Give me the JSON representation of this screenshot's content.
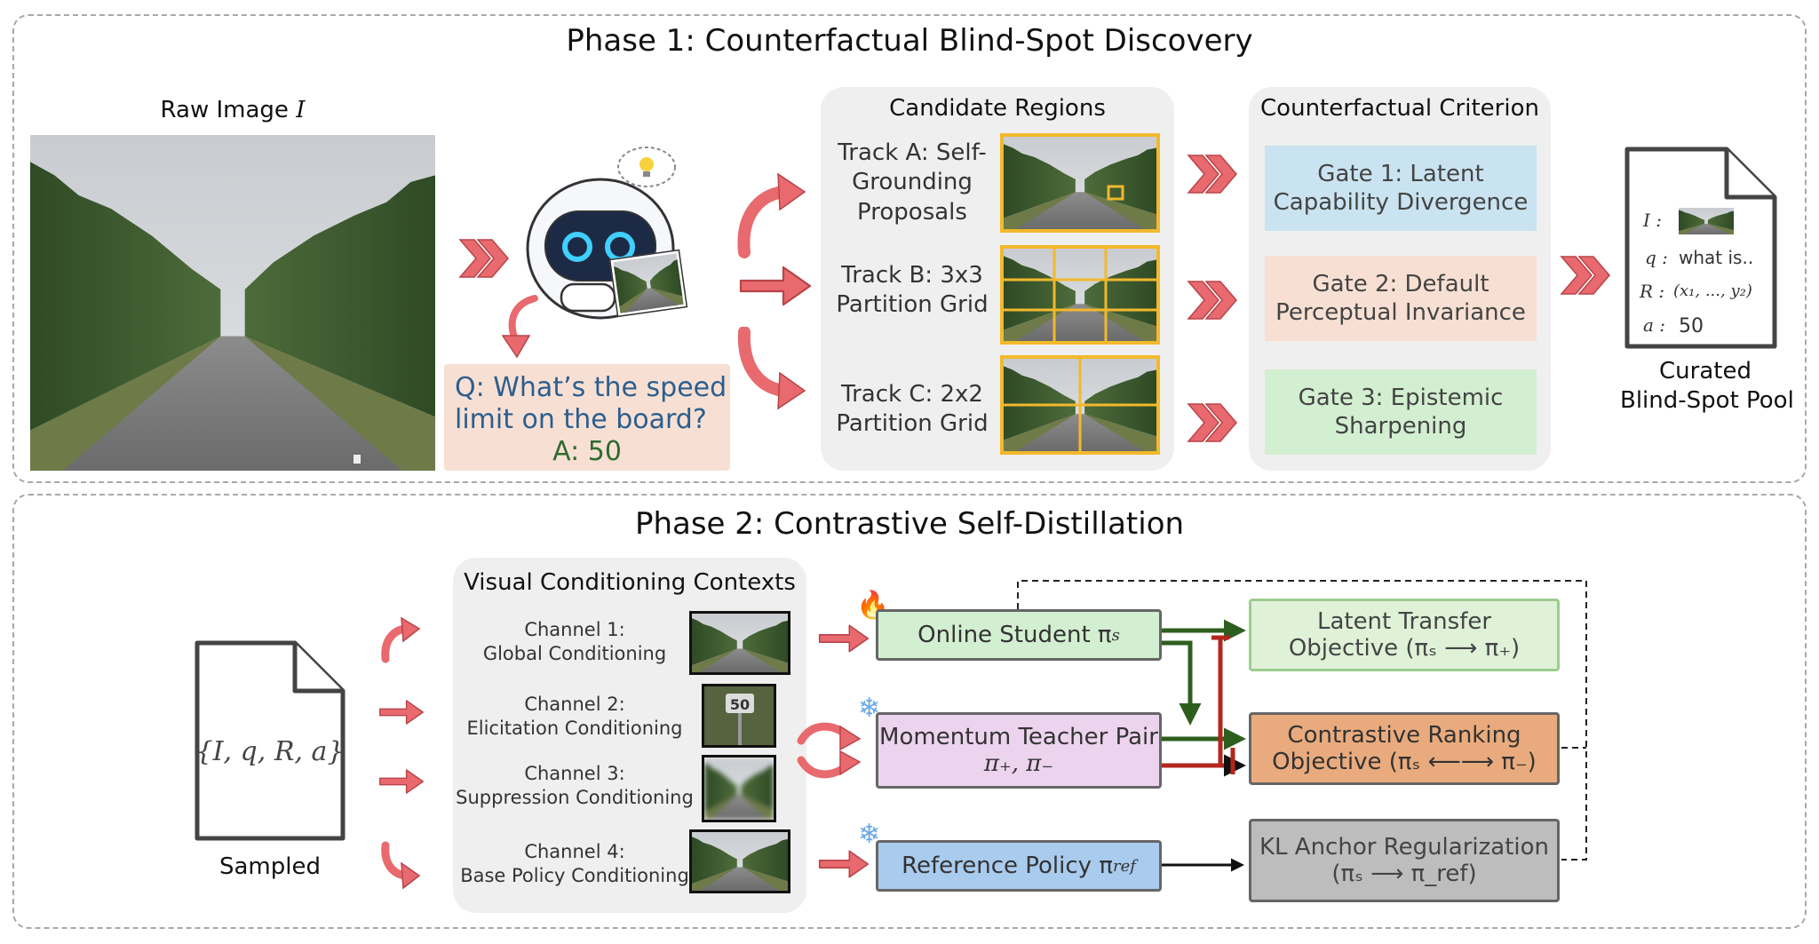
{
  "phase1": {
    "title": "Phase 1: Counterfactual Blind-Spot Discovery",
    "raw_image_label": "Raw Image",
    "raw_image_symbol": "I",
    "qa": {
      "question_line1": "Q: What’s the speed",
      "question_line2": "limit on the board?",
      "answer": "A: 50"
    },
    "candidate_regions": {
      "title": "Candidate Regions",
      "tracks": [
        {
          "lines": [
            "Track A: Self-",
            "Grounding",
            "Proposals"
          ]
        },
        {
          "lines": [
            "Track B: 3x3",
            "Partition Grid"
          ]
        },
        {
          "lines": [
            "Track C: 2x2",
            "Partition Grid"
          ]
        }
      ]
    },
    "criterion": {
      "title": "Counterfactual Criterion",
      "gates": [
        {
          "lines": [
            "Gate 1: Latent",
            "Capability Divergence"
          ],
          "color": "#c9e3f1"
        },
        {
          "lines": [
            "Gate 2: Default",
            "Perceptual Invariance"
          ],
          "color": "#f7e0d3"
        },
        {
          "lines": [
            "Gate 3: Epistemic",
            "Sharpening"
          ],
          "color": "#d3efd1"
        }
      ]
    },
    "pool": {
      "label_line1": "Curated",
      "label_line2": "Blind-Spot Pool",
      "rows": [
        {
          "key": "I :",
          "value": ""
        },
        {
          "key": "q :",
          "value": "what is.."
        },
        {
          "key": "R :",
          "value": "(x₁, ..., y₂)"
        },
        {
          "key": "a :",
          "value": "50"
        }
      ]
    }
  },
  "phase2": {
    "title": "Phase 2: Contrastive Self-Distillation",
    "sampled": {
      "formula": "{I, q, R, a}",
      "label": "Sampled"
    },
    "contexts": {
      "title": "Visual Conditioning Contexts",
      "channels": [
        {
          "line1": "Channel 1:",
          "line2": "Global Conditioning"
        },
        {
          "line1": "Channel 2:",
          "line2": "Elicitation Conditioning",
          "sign": "50"
        },
        {
          "line1": "Channel 3:",
          "line2": "Suppression Conditioning"
        },
        {
          "line1": "Channel 4:",
          "line2": "Base Policy Conditioning"
        }
      ]
    },
    "policies": {
      "student": "Online Student π",
      "student_sub": "s",
      "teacher_line1": "Momentum Teacher Pair",
      "teacher_line2": "π₊, π₋",
      "reference": "Reference Policy π",
      "reference_sub": "ref"
    },
    "objectives": {
      "latent_line1": "Latent Transfer",
      "latent_line2": "Objective (πₛ ⟶ π₊)",
      "contrastive_line1": "Contrastive Ranking",
      "contrastive_line2": "Objective (πₛ ⟵⟶ π₋)",
      "kl_line1": "KL Anchor Regularization",
      "kl_line2": "(πₛ ⟶ π_ref)"
    }
  },
  "colors": {
    "arrow": "#e86a6e",
    "track_border": "#f2b92c",
    "student": "#d3efd1",
    "teacher": "#ecd3ee",
    "reference": "#a9cbee",
    "latent": "#dff2d8",
    "contrastive": "#e9ab7d",
    "kl": "#bdbdbd",
    "green_line": "#2e5e1e",
    "red_line": "#b3261e"
  }
}
